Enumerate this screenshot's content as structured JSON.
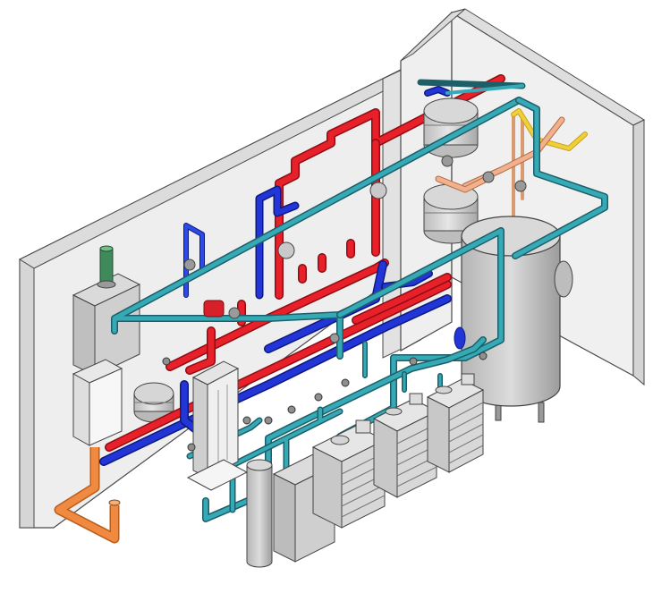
{
  "diagram": {
    "labels": [],
    "colors": {
      "background": "#ffffff",
      "wall_face": "#ececec",
      "wall_edge": "#d8d8d8",
      "wall_outline": "#4a4a4a",
      "hot_supply": "#e8202a",
      "cold_return": "#1f2fd1",
      "teal_pipe": "#2a9aa8",
      "flue_orange": "#e9823a",
      "gas_yellow": "#e2c020",
      "equipment_gray": "#cfcfcf",
      "equipment_dark": "#a9a9a9",
      "boiler_green": "#3f8a5a",
      "white_box": "#f7f7f7"
    },
    "components": [
      "wall-mounted-boiler",
      "control-panel",
      "expansion-tank",
      "heat-exchanger",
      "storage-tank",
      "circulation-pumps",
      "water-softener-modules",
      "filter-cylinder",
      "cabinet-unit",
      "upper-expansion-tanks"
    ]
  }
}
